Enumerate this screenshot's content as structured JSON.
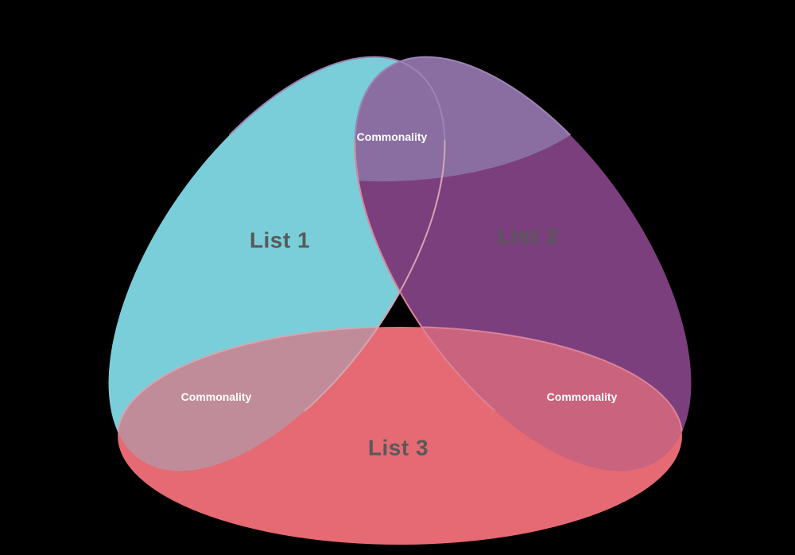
{
  "canvas": {
    "background_color": "#000000"
  },
  "venn": {
    "sets": [
      {
        "id": "list1",
        "label": "List 1",
        "fill": "#79CED9",
        "label_color": "#595959"
      },
      {
        "id": "list2",
        "label": "List 2",
        "fill": "#7C3F7D",
        "label_color": "#595959"
      },
      {
        "id": "list3",
        "label": "List 3",
        "fill": "#E66A73",
        "label_color": "#595959"
      }
    ],
    "intersections": [
      {
        "id": "list1-list2",
        "label": "Commonality",
        "fill": "#8A6EA2",
        "stroke": "#9C85B5",
        "label_color": "#FFFFFF"
      },
      {
        "id": "list1-list3",
        "label": "Commonality",
        "fill": "#C18C99",
        "stroke": "#D5A5B1",
        "label_color": "#FFFFFF"
      },
      {
        "id": "list2-list3",
        "label": "Commonality",
        "fill": "#C9637E",
        "stroke": "#DC8399",
        "label_color": "#FFFFFF"
      }
    ]
  }
}
